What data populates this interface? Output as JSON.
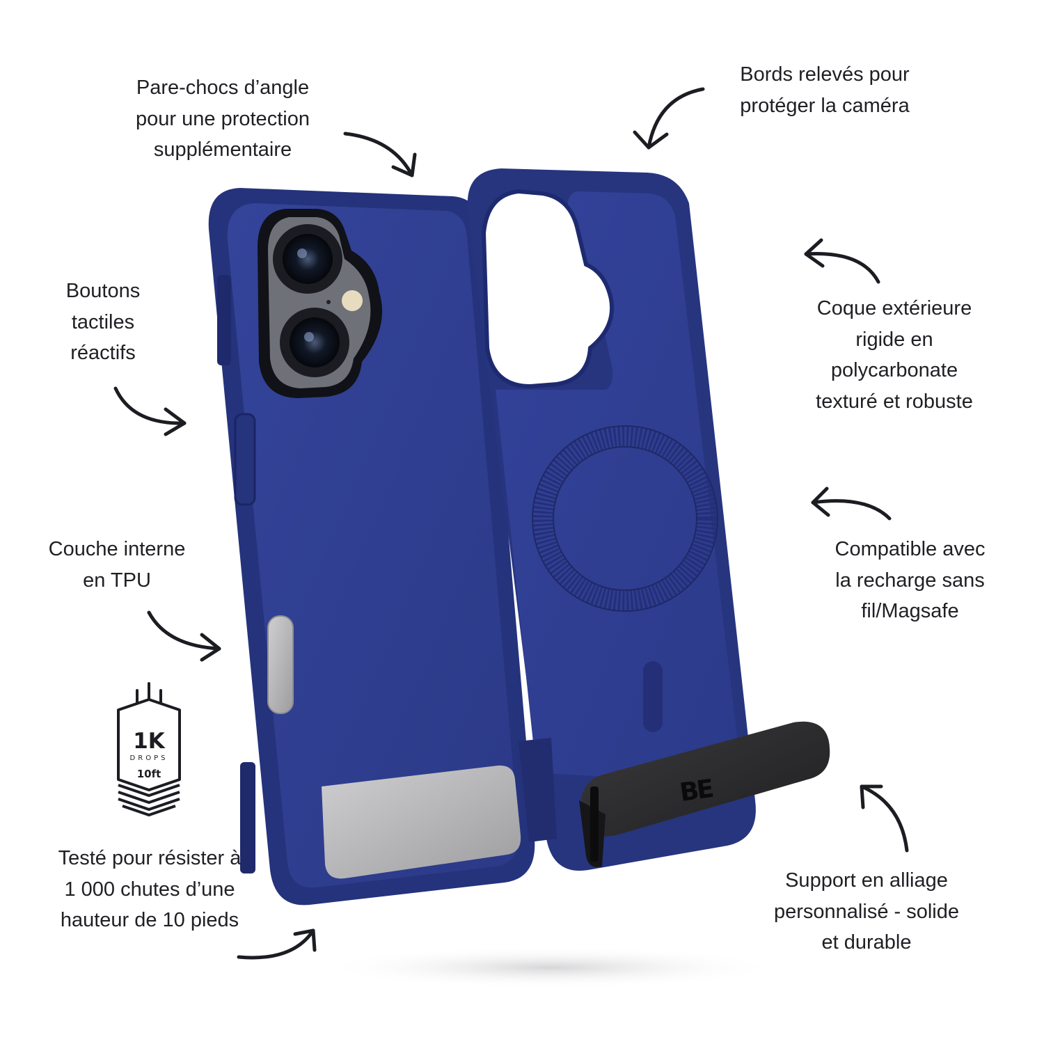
{
  "callouts": {
    "corner_bumpers": {
      "lines": [
        "Pare-chocs d’angle",
        "pour une protection",
        "supplémentaire"
      ]
    },
    "raised_edges": {
      "lines": [
        "Bords relevés pour",
        "protéger la caméra"
      ]
    },
    "buttons": {
      "lines": [
        "Boutons",
        "tactiles",
        "réactifs"
      ]
    },
    "shell": {
      "lines": [
        "Coque extérieure",
        "rigide en",
        "polycarbonate",
        "texturé et robuste"
      ]
    },
    "tpu": {
      "lines": [
        "Couche interne",
        "en TPU"
      ]
    },
    "magsafe": {
      "lines": [
        "Compatible avec",
        "la recharge sans",
        "fil/Magsafe"
      ]
    },
    "drop_test": {
      "lines": [
        "Testé pour résister à",
        "1 000 chutes d’une",
        "hauteur de 10 pieds"
      ]
    },
    "stand": {
      "lines": [
        "Support en alliage",
        "personnalisé - solide",
        "et durable"
      ]
    }
  },
  "badge": {
    "count": "1K",
    "unit": "DROPS",
    "height": "10ft"
  },
  "logo": {
    "text": "BE"
  },
  "colors": {
    "case_blue": "#2e3d8f",
    "case_blue_dark": "#222d6e",
    "case_blue_light": "#3a4aa0",
    "stand_dark": "#2a2a2c",
    "stand_silver": "#b9b9bb",
    "text": "#1f1f24"
  }
}
